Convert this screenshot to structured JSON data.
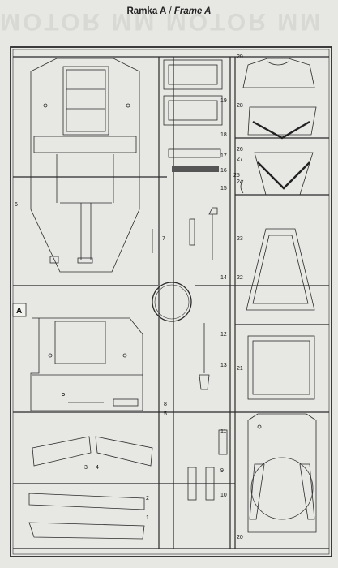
{
  "header": {
    "mirrored_bleed": "MOTOR MM MOTOR MM",
    "title_main": "Ramka A",
    "title_sep": " / ",
    "title_sub": "Frame A"
  },
  "frame_badge": "A",
  "part_numbers": [
    "1",
    "2",
    "3",
    "4",
    "5",
    "6",
    "7",
    "8",
    "9",
    "10",
    "11",
    "12",
    "13",
    "14",
    "15",
    "16",
    "17",
    "18",
    "19",
    "20",
    "21",
    "22",
    "23",
    "24",
    "25",
    "26",
    "27",
    "28",
    "29"
  ]
}
